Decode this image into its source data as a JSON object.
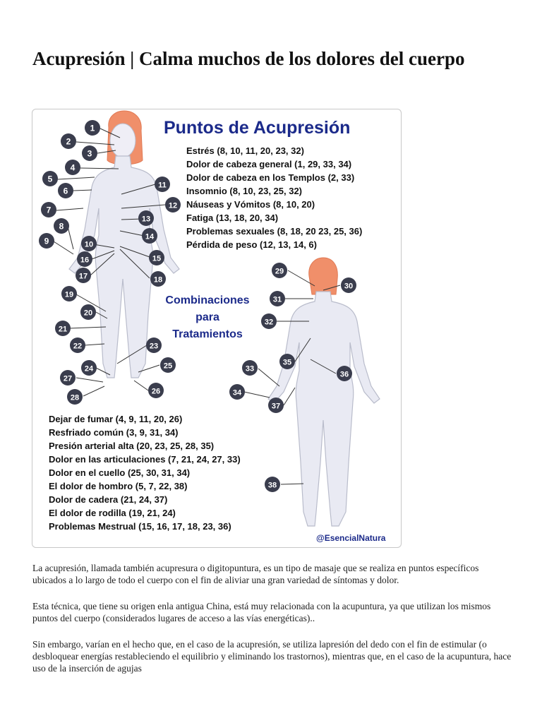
{
  "article": {
    "title": "Acupresión | Calma muchos de los dolores del cuerpo",
    "paragraphs": [
      "La acupresión, llamada también acupresura o digitopuntura, es un tipo de masaje que se realiza en puntos específicos ubicados a lo largo de todo el cuerpo con el fin de aliviar una gran variedad de síntomas y dolor.",
      "Esta técnica, que tiene su origen enla antigua China, está muy relacionada con la acupuntura, ya que utilizan los mismos puntos del cuerpo (considerados lugares de acceso a las vías energéticas)..",
      "Sin embargo, varían en el hecho que, en el caso de la acupresión, se utiliza lapresión del dedo con el fin de estimular (o desbloquear energías restableciendo el equilibrio y eliminando los trastornos), mientras que, en el caso de la acupuntura, hace uso de la inserción de agujas"
    ]
  },
  "infographic": {
    "heading": "Puntos de Acupresión",
    "top_list": [
      "Estrés (8, 10, 11, 20, 23, 32)",
      "Dolor de cabeza general (1, 29, 33, 34)",
      "Dolor de cabeza en los Templos (2, 33)",
      "Insomnio (8, 10, 23, 25, 32)",
      "Náuseas y Vómitos (8, 10, 20)",
      "Fatiga (13, 18, 20, 34)",
      "Problemas sexuales (8, 18, 20 23, 25, 36)",
      "Pérdida de peso (12, 13, 14, 6)"
    ],
    "combinations_label": [
      "Combinaciones",
      "para",
      "Tratamientos"
    ],
    "bottom_list": [
      "Dejar de fumar (4, 9, 11, 20, 26)",
      "Resfriado común (3, 9, 31, 34)",
      "Presión arterial alta (20, 23, 25, 28, 35)",
      "Dolor en las articulaciones (7, 21, 24, 27, 33)",
      "Dolor en el cuello (25, 30, 31, 34)",
      "El dolor de hombro (5, 7, 22, 38)",
      "Dolor de cadera (21, 24, 37)",
      "El dolor de rodilla (19, 21, 24)",
      "Problemas Mestrual (15, 16, 17, 18, 23, 36)"
    ],
    "watermark": "@EsencialNatura",
    "point_numbers": [
      "1",
      "2",
      "3",
      "4",
      "5",
      "6",
      "7",
      "8",
      "9",
      "10",
      "11",
      "12",
      "13",
      "14",
      "15",
      "16",
      "17",
      "18",
      "19",
      "20",
      "21",
      "22",
      "23",
      "24",
      "25",
      "26",
      "27",
      "28",
      "29",
      "30",
      "31",
      "32",
      "33",
      "34",
      "35",
      "36",
      "37",
      "38"
    ],
    "colors": {
      "heading": "#1b2a8a",
      "badge": "#3a3d4d",
      "body_fill": "#e9eaf3",
      "body_stroke": "#b9bccb",
      "hair": "#f08f6a",
      "line": "#333333"
    }
  }
}
